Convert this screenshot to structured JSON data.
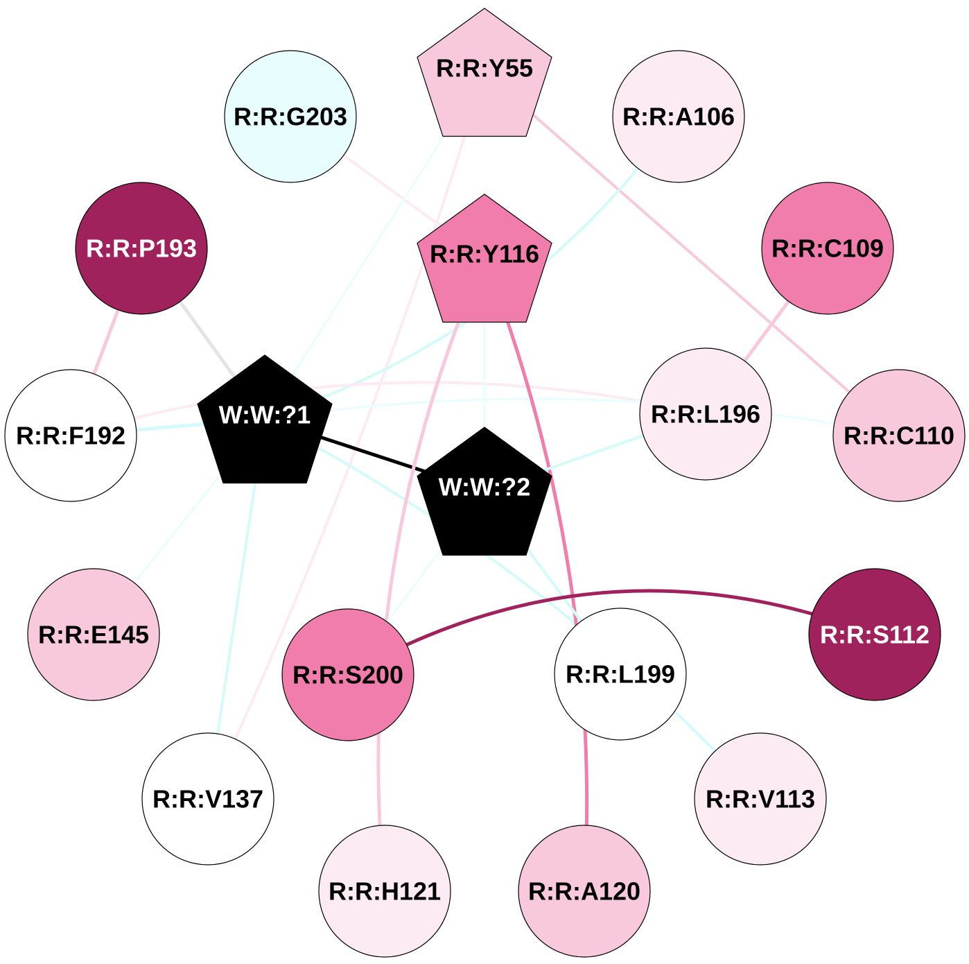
{
  "nodes": [
    {
      "id": "Y55",
      "label": "R:R:Y55",
      "shape": "pentagon",
      "fill": "#f8c8dd",
      "text": "#000000"
    },
    {
      "id": "G203",
      "label": "R:R:G203",
      "shape": "circle",
      "fill": "#e8fefe",
      "text": "#000000"
    },
    {
      "id": "A106",
      "label": "R:R:A106",
      "shape": "circle",
      "fill": "#fcebf3",
      "text": "#000000"
    },
    {
      "id": "P193",
      "label": "R:R:P193",
      "shape": "circle",
      "fill": "#a0225c",
      "text": "#ffffff"
    },
    {
      "id": "Y116",
      "label": "R:R:Y116",
      "shape": "pentagon",
      "fill": "#f07dab",
      "text": "#000000"
    },
    {
      "id": "C109",
      "label": "R:R:C109",
      "shape": "circle",
      "fill": "#f07dab",
      "text": "#000000"
    },
    {
      "id": "F192",
      "label": "R:R:F192",
      "shape": "circle",
      "fill": "#ffffff",
      "text": "#000000"
    },
    {
      "id": "W1",
      "label": "W:W:?1",
      "shape": "pentagon",
      "fill": "#000000",
      "text": "#ffffff"
    },
    {
      "id": "L196",
      "label": "R:R:L196",
      "shape": "circle",
      "fill": "#fcebf3",
      "text": "#000000"
    },
    {
      "id": "C110",
      "label": "R:R:C110",
      "shape": "circle",
      "fill": "#f8c8dd",
      "text": "#000000"
    },
    {
      "id": "W2",
      "label": "W:W:?2",
      "shape": "pentagon",
      "fill": "#000000",
      "text": "#ffffff"
    },
    {
      "id": "E145",
      "label": "R:R:E145",
      "shape": "circle",
      "fill": "#f8c8dd",
      "text": "#000000"
    },
    {
      "id": "S200",
      "label": "R:R:S200",
      "shape": "circle",
      "fill": "#f07dab",
      "text": "#000000"
    },
    {
      "id": "L199",
      "label": "R:R:L199",
      "shape": "circle",
      "fill": "#ffffff",
      "text": "#000000"
    },
    {
      "id": "S112",
      "label": "R:R:S112",
      "shape": "circle",
      "fill": "#a0225c",
      "text": "#ffffff"
    },
    {
      "id": "V137",
      "label": "R:R:V137",
      "shape": "circle",
      "fill": "#ffffff",
      "text": "#000000"
    },
    {
      "id": "V113",
      "label": "R:R:V113",
      "shape": "circle",
      "fill": "#fcebf3",
      "text": "#000000"
    },
    {
      "id": "H121",
      "label": "R:R:H121",
      "shape": "circle",
      "fill": "#fcebf3",
      "text": "#000000"
    },
    {
      "id": "A120",
      "label": "R:R:A120",
      "shape": "circle",
      "fill": "#f8c8dd",
      "text": "#000000"
    }
  ],
  "edges": [
    {
      "source": "G203",
      "target": "Y116",
      "color": "#fcebf3"
    },
    {
      "source": "Y55",
      "target": "C110",
      "color": "#f8c8dd"
    },
    {
      "source": "Y55",
      "target": "W1",
      "color": "#e8fefe"
    },
    {
      "source": "Y55",
      "target": "V137",
      "color": "#fcebf3"
    },
    {
      "source": "A106",
      "target": "W1",
      "color": "#d4fafa"
    },
    {
      "source": "P193",
      "target": "F192",
      "color": "#f8c8dd"
    },
    {
      "source": "P193",
      "target": "W1",
      "color": "#e4e4e4"
    },
    {
      "source": "C109",
      "target": "L196",
      "color": "#f8c8dd"
    },
    {
      "source": "F192",
      "target": "W1",
      "color": "#d4fafa"
    },
    {
      "source": "F192",
      "target": "L196",
      "color": "#fcebf3"
    },
    {
      "source": "W1",
      "target": "C110",
      "color": "#e8fefe"
    },
    {
      "source": "W1",
      "target": "W2",
      "color": "#000000"
    },
    {
      "source": "W1",
      "target": "E145",
      "color": "#e8fefe"
    },
    {
      "source": "W1",
      "target": "V137",
      "color": "#d4fafa"
    },
    {
      "source": "W1",
      "target": "V113",
      "color": "#d4fafa"
    },
    {
      "source": "Y116",
      "target": "W2",
      "color": "#e8fefe"
    },
    {
      "source": "Y116",
      "target": "H121",
      "color": "#f8c8dd"
    },
    {
      "source": "Y116",
      "target": "A120",
      "color": "#f07dab"
    },
    {
      "source": "L196",
      "target": "W2",
      "color": "#d4fafa"
    },
    {
      "source": "W2",
      "target": "S200",
      "color": "#e8fefe"
    },
    {
      "source": "W2",
      "target": "L199",
      "color": "#d4fafa"
    },
    {
      "source": "S200",
      "target": "S112",
      "color": "#a0225c"
    }
  ]
}
